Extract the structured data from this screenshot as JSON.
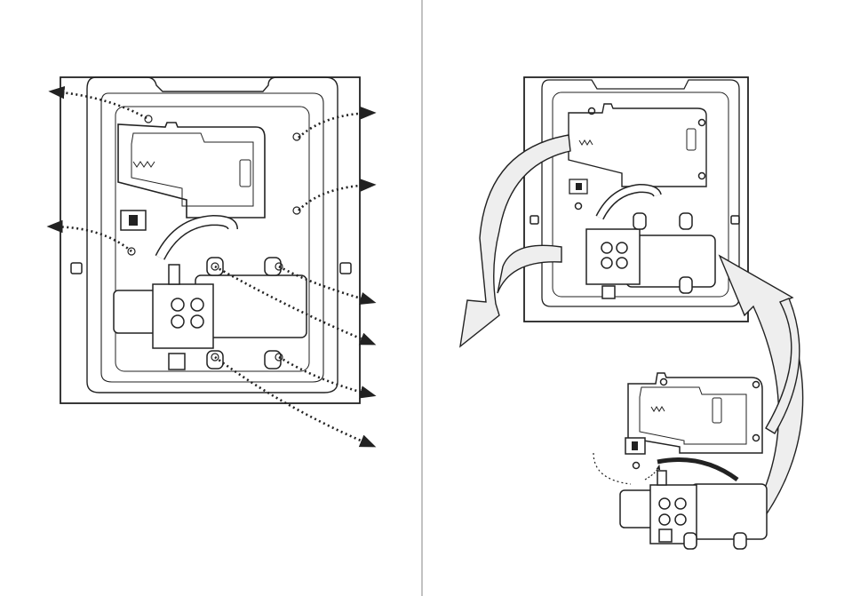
{
  "colors": {
    "ink": "#222222",
    "panel_fill": "#ffffff",
    "frame_gray": "#888888",
    "divider": "#999999",
    "arrow_fill": "#eeeeee"
  },
  "left_panel": {
    "screws_marked": 6,
    "callout_arrows": 8,
    "callout_style": "dotted-arrow"
  },
  "right_panel": {
    "removal_arrows": 2,
    "components": [
      "battery-holder",
      "power-switch",
      "pump",
      "hose"
    ]
  }
}
